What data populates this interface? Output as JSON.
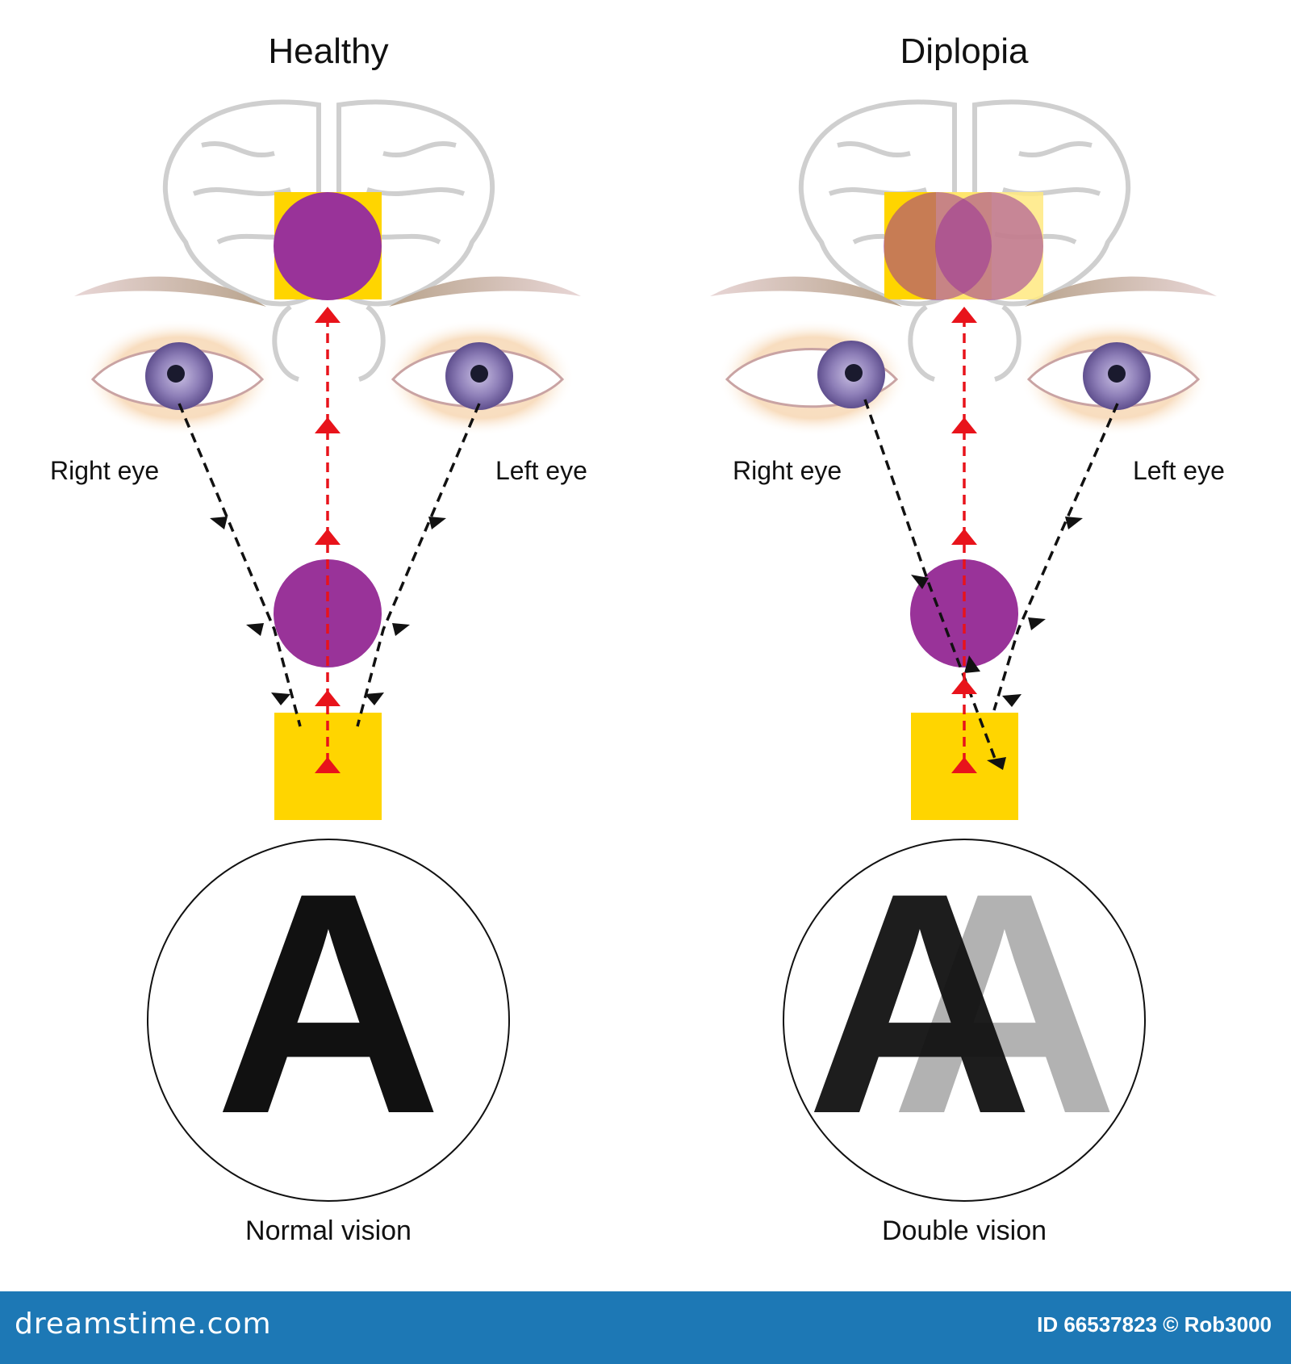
{
  "colors": {
    "purple": "#993399",
    "yellow": "#FFD500",
    "red_arrow": "#E8131B",
    "black_arrow": "#111111",
    "brain_outline": "#CFCFCF",
    "iris": "#8E7FB8",
    "letter_ghost": "#B2B2B2",
    "footer_bg": "#1D78B5"
  },
  "panels": {
    "healthy": {
      "title": "Healthy",
      "right_eye_label": "Right eye",
      "left_eye_label": "Left eye",
      "letter": "A",
      "caption": "Normal vision"
    },
    "diplopia": {
      "title": "Diplopia",
      "right_eye_label": "Right eye",
      "left_eye_label": "Left eye",
      "letter_primary": "A",
      "letter_ghost": "A",
      "caption": "Double vision"
    }
  },
  "icons": [
    "brain-icon",
    "eyebrow-icon",
    "eye-icon",
    "arrow-icon"
  ],
  "footer": {
    "site": "dreamstime.com",
    "id_text": "ID 66537823 © Rob3000"
  }
}
